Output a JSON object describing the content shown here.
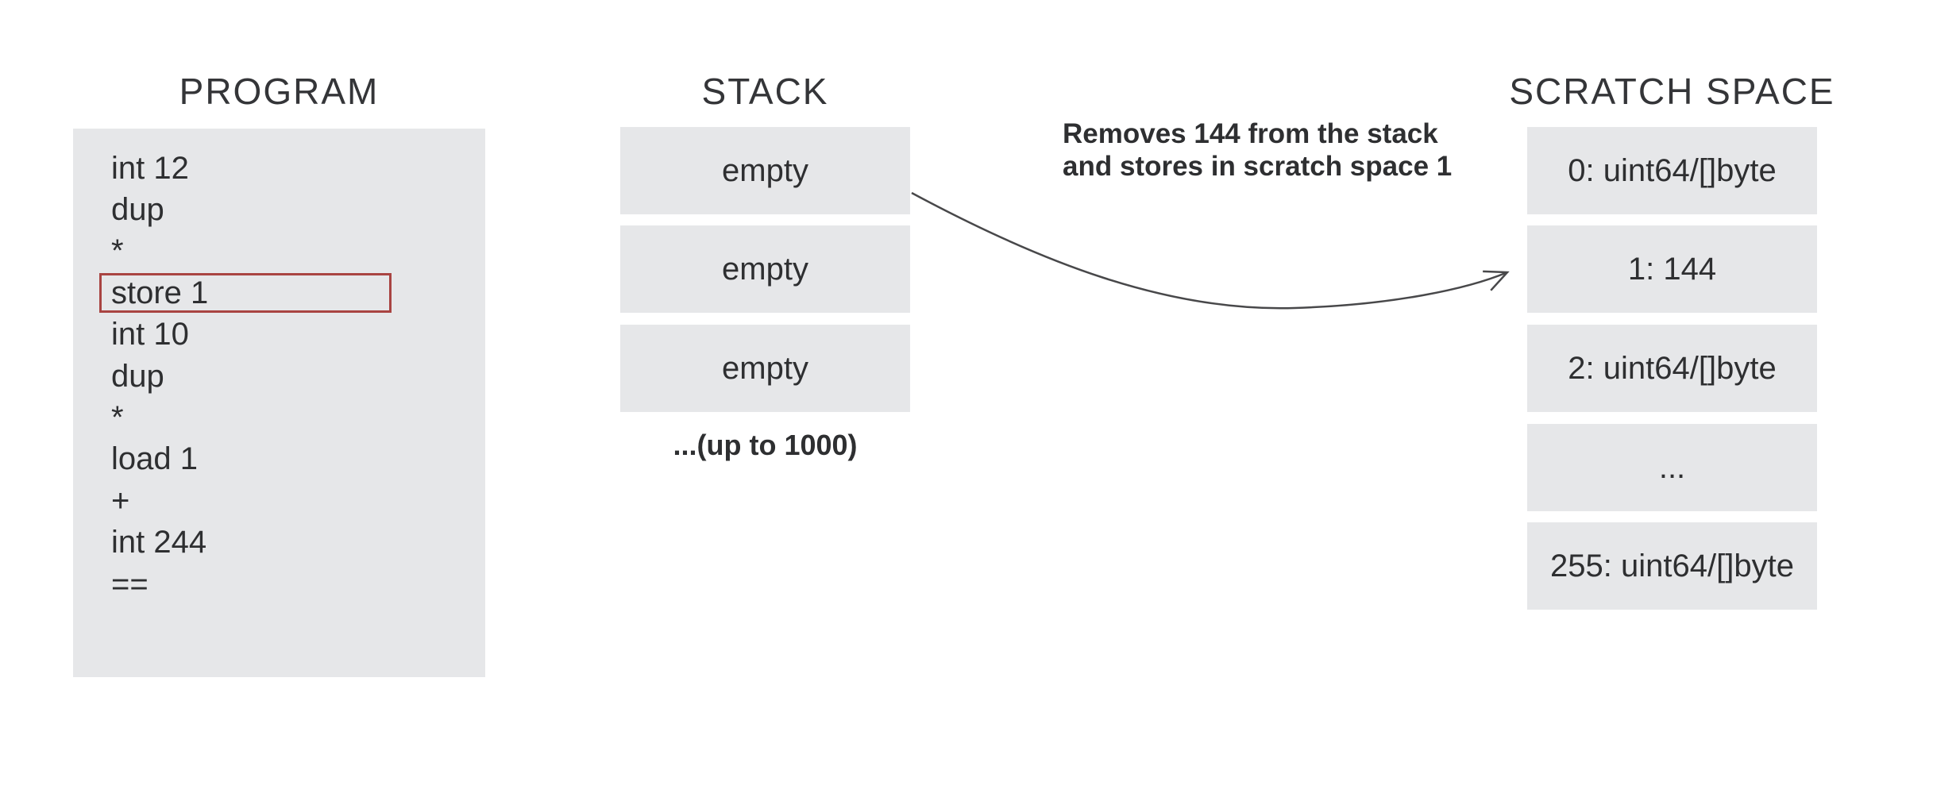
{
  "program": {
    "title": "PROGRAM",
    "lines": [
      "int 12",
      "dup",
      "*",
      "store 1",
      "int 10",
      "dup",
      "*",
      "load 1",
      "+",
      "int 244",
      "=="
    ],
    "highlighted_line_index": 3
  },
  "stack": {
    "title": "STACK",
    "slots": [
      "empty",
      "empty",
      "empty"
    ],
    "caption": "...(up to 1000)"
  },
  "annotation": {
    "line1": "Removes 144 from the stack",
    "line2": "and stores in scratch space 1"
  },
  "scratch": {
    "title": "SCRATCH SPACE",
    "cells": [
      "0: uint64/[]byte",
      "1: 144",
      "2: uint64/[]byte",
      "...",
      "255: uint64/[]byte"
    ]
  },
  "colors": {
    "background": "#ffffff",
    "box_bg": "#e6e7e9",
    "text": "#2e2f31",
    "heading": "#343538",
    "accent_red": "#a94442",
    "arrow": "#48484a"
  }
}
